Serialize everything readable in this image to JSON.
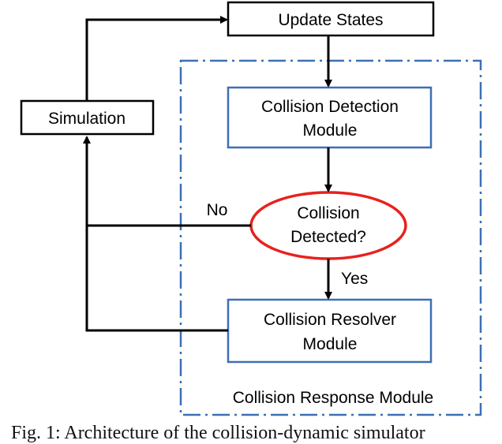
{
  "nodes": {
    "update_states": "Update States",
    "simulation": "Simulation",
    "collision_detection_line1": "Collision Detection",
    "collision_detection_line2": "Module",
    "decision_line1": "Collision",
    "decision_line2": "Detected?",
    "collision_resolver_line1": "Collision Resolver",
    "collision_resolver_line2": "Module"
  },
  "edges": {
    "no_label": "No",
    "yes_label": "Yes"
  },
  "group": {
    "label": "Collision Response Module"
  },
  "caption": "Fig. 1: Architecture of the collision-dynamic simulator",
  "colors": {
    "box_blue": "#3d6fb5",
    "dashed_blue": "#3d6fb5",
    "ellipse_red": "#e8211d",
    "arrow": "#000000"
  }
}
